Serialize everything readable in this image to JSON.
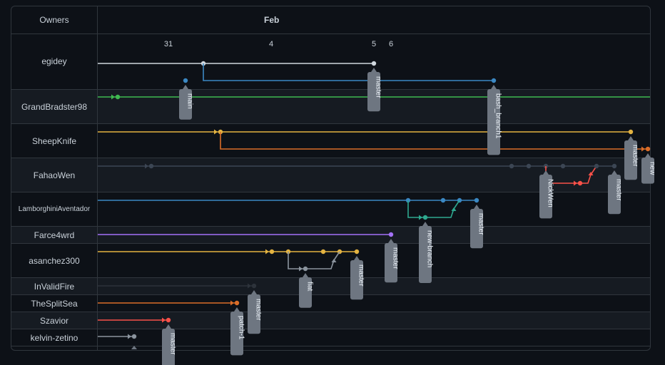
{
  "header": {
    "owners_label": "Owners",
    "month": "Feb",
    "days": [
      "31",
      "4",
      "5",
      "6"
    ]
  },
  "owners": [
    {
      "name": "egidey"
    },
    {
      "name": "GrandBradster98"
    },
    {
      "name": "SheepKnife"
    },
    {
      "name": "FahaoWen"
    },
    {
      "name": "LamborghiniAventador"
    },
    {
      "name": "Farce4wrd"
    },
    {
      "name": "asanchez300"
    },
    {
      "name": "InValidFire"
    },
    {
      "name": "TheSplitSea"
    },
    {
      "name": "Szavior"
    },
    {
      "name": "kelvin-zetino"
    }
  ],
  "branch_labels": [
    {
      "name": "main",
      "color": "#6e7681"
    },
    {
      "name": "master",
      "color": "#6e7681"
    },
    {
      "name": "bash_branch1",
      "color": "#6e7681"
    },
    {
      "name": "master",
      "color": "#6e7681"
    },
    {
      "name": "new",
      "color": "#6e7681"
    },
    {
      "name": "NickWen",
      "color": "#6e7681"
    },
    {
      "name": "master",
      "color": "#6e7681"
    },
    {
      "name": "master",
      "color": "#6e7681"
    },
    {
      "name": "new-branch",
      "color": "#6e7681"
    },
    {
      "name": "master",
      "color": "#6e7681"
    },
    {
      "name": "fiat",
      "color": "#6e7681"
    },
    {
      "name": "master",
      "color": "#6e7681"
    },
    {
      "name": "master",
      "color": "#6e7681"
    },
    {
      "name": "patch-1",
      "color": "#6e7681"
    },
    {
      "name": "master",
      "color": "#6e7681"
    }
  ],
  "colors": {
    "white": "#d0d7de",
    "blue": "#3b88c3",
    "green": "#3fb950",
    "yellow": "#e3b341",
    "orange": "#db6d28",
    "slate": "#3c4654",
    "teal": "#2ea98f",
    "purple": "#a371f7",
    "gray": "#8b949e",
    "red": "#f85149",
    "dark": "#2d333b"
  }
}
